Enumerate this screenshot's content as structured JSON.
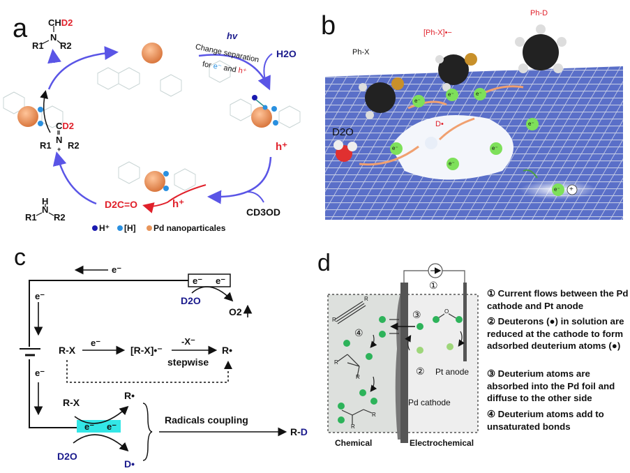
{
  "panel_a": {
    "label": "a",
    "product_top": {
      "ch": "CH",
      "d2": "D2",
      "n": "N",
      "r1": "R1",
      "r2": "R2"
    },
    "hv": "hv",
    "charge_text": "Change separation",
    "for_text": "for",
    "e_text": "e⁻",
    "and_text": "and",
    "h_text": "h⁺",
    "h2o": "H2O",
    "h_plus_right": "h⁺",
    "h_plus_bottom": "h⁺",
    "formaldehyde": "D2C=O",
    "cd3od": "CD3OD",
    "iminium": {
      "c": "C",
      "d2": "D2",
      "n": "N",
      "r1": "R1",
      "r2": "R2",
      "plus": "+"
    },
    "amine": {
      "h": "H",
      "n": "N",
      "r1": "R1",
      "r2": "R2"
    },
    "legend": [
      "H⁺",
      "[H]",
      "Pd nanoparticales"
    ],
    "colors": {
      "arrow": "#5a55e6",
      "sphere": "#e8955a",
      "h_plus": "#1a1ab0",
      "h_dot": "#2a90e0"
    }
  },
  "panel_b": {
    "label": "b",
    "ph_x": "Ph-X",
    "radical_anion": "[Ph-X]•−",
    "ph_d": "Ph-D",
    "d2o": "D2O",
    "d_radical": "D•",
    "electron": "e⁻",
    "hole": "+"
  },
  "panel_c": {
    "label": "c",
    "e_top": "e⁻",
    "anode_box": [
      "e⁻",
      "e⁻"
    ],
    "d2o_top": "D2O",
    "o2": "O2",
    "e_left1": "e⁻",
    "e_left2": "e⁻",
    "rx1": "R-X",
    "e_arrow": "e⁻",
    "rx_radical": "[R-X]•⁻",
    "minus_x": "-X⁻",
    "r_radical1": "R•",
    "stepwise": "stepwise",
    "rx2": "R-X",
    "r_radical2": "R•",
    "cathode_box": [
      "e⁻",
      "e⁻"
    ],
    "d2o_bottom": "D2O",
    "d_radical": "D•",
    "radicals_coupling": "Radicals coupling",
    "product": {
      "r": "R-",
      "d": "D"
    }
  },
  "panel_d": {
    "label": "d",
    "step_markers": [
      "①",
      "②",
      "③",
      "④"
    ],
    "pt_anode": "Pt anode",
    "pd_cathode": "Pd cathode",
    "chemical": "Chemical",
    "electrochemical": "Electrochemical",
    "r": "R",
    "o": "O",
    "legend": [
      "① Current flows between the Pd cathode and Pt anode",
      "② Deuterons (●) in solution are reduced at the cathode to form adsorbed deuterium atoms (●)",
      "③ Deuterium atoms are absorbed into the Pd foil and diffuse to the other side",
      "④ Deuterium atoms add to unsaturated bonds"
    ],
    "colors": {
      "deuteron": "#9ed67a",
      "deuterium": "#2db35a"
    }
  }
}
